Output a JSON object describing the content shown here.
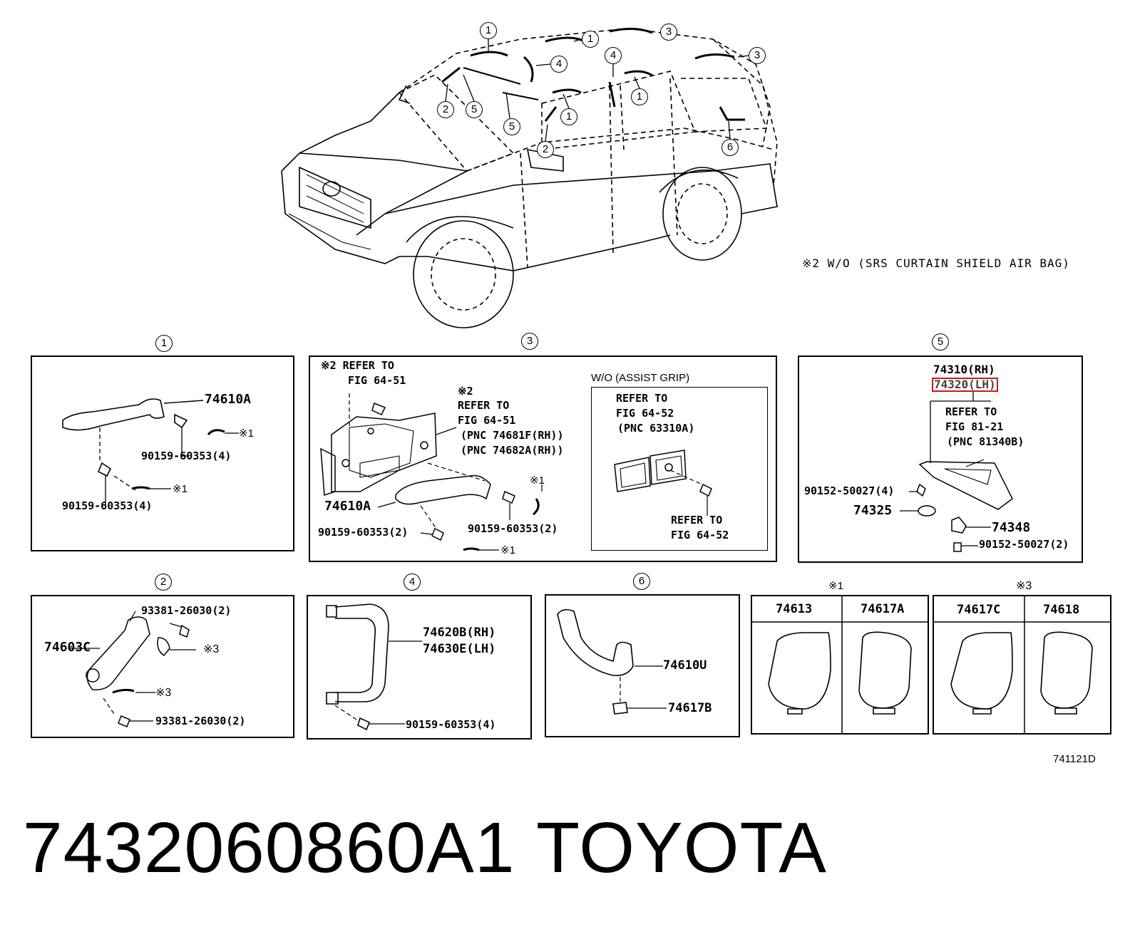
{
  "overview": {
    "callouts": [
      "1",
      "1",
      "3",
      "3",
      "4",
      "4",
      "2",
      "5",
      "1",
      "1",
      "5",
      "2",
      "6"
    ],
    "note": "※2 W/O (SRS CURTAIN SHIELD AIR BAG)"
  },
  "panel1": {
    "num": "1",
    "part_main": "74610A",
    "bolt_upper": "90159-60353(4)",
    "bolt_lower": "90159-60353(4)",
    "note_a": "※1",
    "note_b": "※1"
  },
  "panel3": {
    "num": "3",
    "ref1_a": "※2 REFER TO",
    "ref1_b": "FIG 64-51",
    "ref2_a": "※2",
    "ref2_b": "REFER TO",
    "ref2_c": "FIG 64-51",
    "ref2_d": "(PNC 74681F(RH))",
    "ref2_e": "(PNC 74682A(RH))",
    "part_main": "74610A",
    "bolt_left": "90159-60353(2)",
    "bolt_right": "90159-60353(2)",
    "note_a": "※1",
    "note_b": "※1",
    "sub_title": "W/O (ASSIST GRIP)",
    "sub_ref_a": "REFER TO",
    "sub_ref_b": "FIG 64-52",
    "sub_ref_c": "(PNC 63310A)",
    "sub_ref2_a": "REFER TO",
    "sub_ref2_b": "FIG 64-52"
  },
  "panel5": {
    "num": "5",
    "part_rh": "74310(RH)",
    "part_lh": "74320(LH)",
    "ref_a": "REFER TO",
    "ref_b": "FIG 81-21",
    "ref_c": "(PNC 81340B)",
    "screw_upper": "90152-50027(4)",
    "part_74325": "74325",
    "part_74348": "74348",
    "screw_lower": "90152-50027(2)",
    "highlight_color": "#d01818"
  },
  "panel2": {
    "num": "2",
    "bolt_upper": "93381-26030(2)",
    "part_main": "74603C",
    "note_a": "※3",
    "note_b": "※3",
    "bolt_lower": "93381-26030(2)"
  },
  "panel4": {
    "num": "4",
    "part_rh": "74620B(RH)",
    "part_lh": "74630E(LH)",
    "bolt": "90159-60353(4)"
  },
  "panel6": {
    "num": "6",
    "part_main": "74610U",
    "part_cap": "74617B"
  },
  "caps1": {
    "heading": "※1",
    "col1": "74613",
    "col2": "74617A"
  },
  "caps3": {
    "heading": "※3",
    "col1": "74617C",
    "col2": "74618"
  },
  "figure_code": "741121D",
  "footer": {
    "part_number": "7432060860A1",
    "brand": "TOYOTA"
  }
}
